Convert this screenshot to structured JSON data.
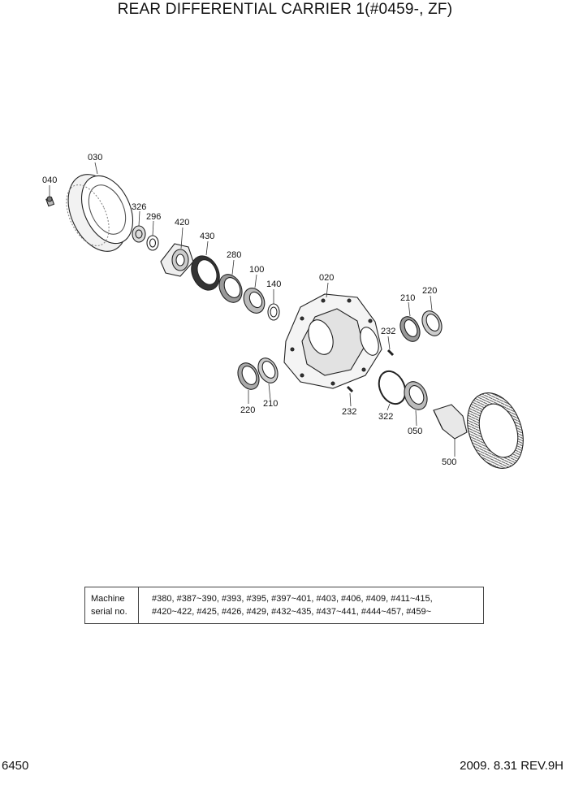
{
  "title": "REAR DIFFERENTIAL CARRIER 1(#0459-, ZF)",
  "parts": {
    "p040": "040",
    "p030": "030",
    "p326": "326",
    "p296": "296",
    "p420": "420",
    "p430": "430",
    "p280": "280",
    "p100": "100",
    "p140": "140",
    "p020": "020",
    "p210a": "210",
    "p220a": "220",
    "p232a": "232",
    "p220b": "220",
    "p210b": "210",
    "p232b": "232",
    "p322": "322",
    "p050": "050",
    "p500": "500"
  },
  "serial_table": {
    "header_line1": "Machine",
    "header_line2": "serial no.",
    "line1": "#380, #387~390, #393, #395, #397~401, #403, #406, #409, #411~415,",
    "line2": "#420~422, #425, #426, #429, #432~435, #437~441, #444~457, #459~"
  },
  "footer": {
    "page_code": "6450",
    "revision": "2009. 8.31  REV.9H"
  }
}
